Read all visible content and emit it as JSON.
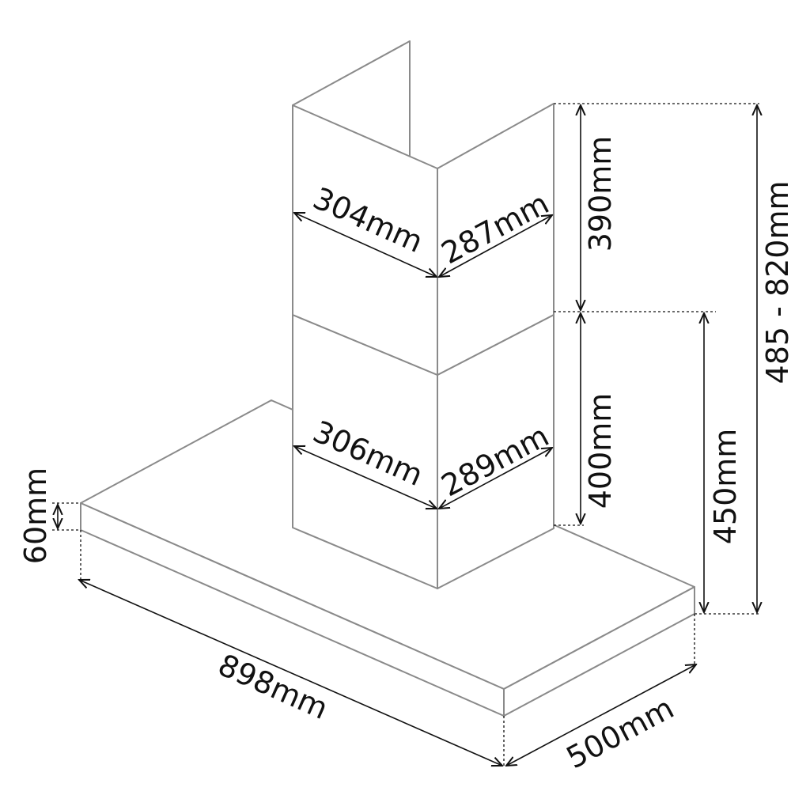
{
  "dimensions": {
    "upper_chimney_front_width": "304mm",
    "upper_chimney_side_depth": "287mm",
    "upper_chimney_height": "390mm",
    "lower_chimney_front_width": "306mm",
    "lower_chimney_side_depth": "289mm",
    "lower_chimney_height": "400mm",
    "canopy_to_lower_top": "450mm",
    "total_height_range": "485 - 820mm",
    "canopy_thickness": "60mm",
    "canopy_width": "898mm",
    "canopy_depth": "500mm"
  }
}
